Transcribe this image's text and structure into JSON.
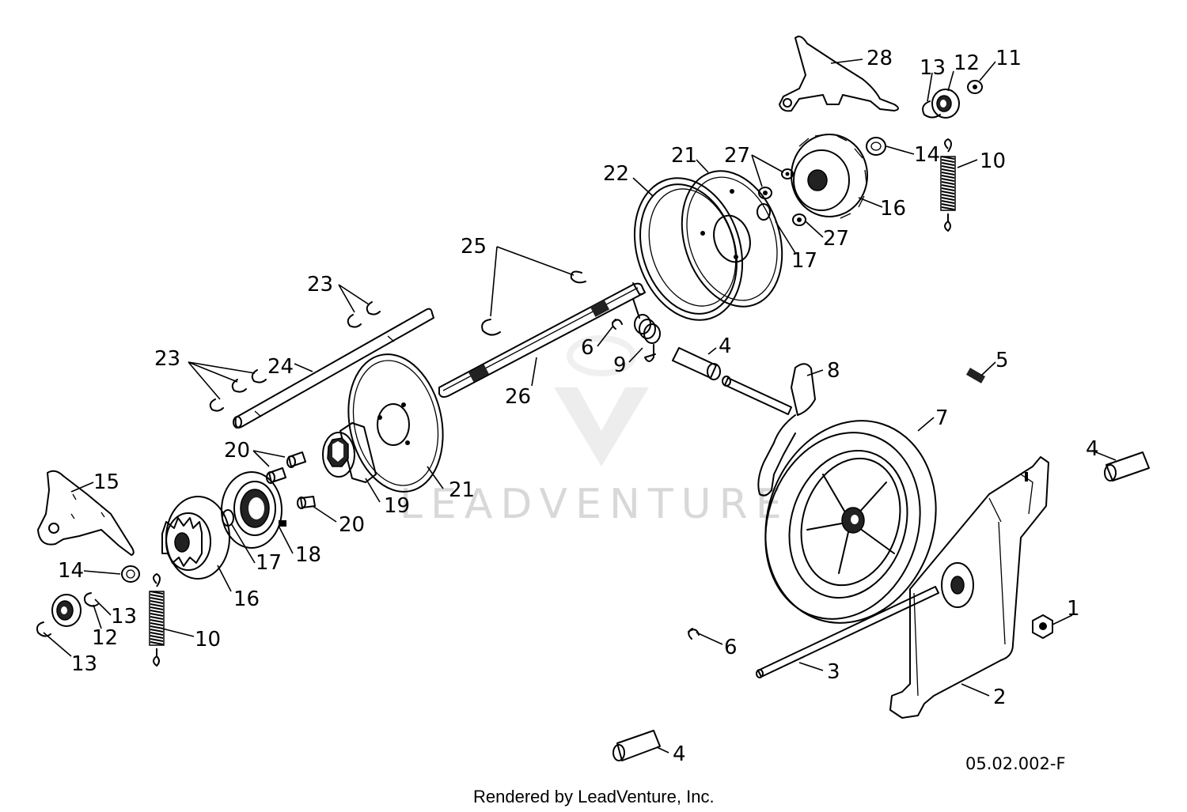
{
  "watermark": "LEADVENTURE",
  "diagram_code": "05.02.002-F",
  "footer": "Rendered by LeadVenture, Inc.",
  "callouts": [
    {
      "id": "c1",
      "label": "1"
    },
    {
      "id": "c2",
      "label": "2"
    },
    {
      "id": "c3",
      "label": "3"
    },
    {
      "id": "c4a",
      "label": "4"
    },
    {
      "id": "c4b",
      "label": "4"
    },
    {
      "id": "c4c",
      "label": "4"
    },
    {
      "id": "c5",
      "label": "5"
    },
    {
      "id": "c6a",
      "label": "6"
    },
    {
      "id": "c6b",
      "label": "6"
    },
    {
      "id": "c7",
      "label": "7"
    },
    {
      "id": "c8",
      "label": "8"
    },
    {
      "id": "c9",
      "label": "9"
    },
    {
      "id": "c10a",
      "label": "10"
    },
    {
      "id": "c10b",
      "label": "10"
    },
    {
      "id": "c11",
      "label": "11"
    },
    {
      "id": "c12a",
      "label": "12"
    },
    {
      "id": "c12b",
      "label": "12"
    },
    {
      "id": "c13a",
      "label": "13"
    },
    {
      "id": "c13b",
      "label": "13"
    },
    {
      "id": "c13c",
      "label": "13"
    },
    {
      "id": "c14a",
      "label": "14"
    },
    {
      "id": "c14b",
      "label": "14"
    },
    {
      "id": "c15",
      "label": "15"
    },
    {
      "id": "c16a",
      "label": "16"
    },
    {
      "id": "c16b",
      "label": "16"
    },
    {
      "id": "c17a",
      "label": "17"
    },
    {
      "id": "c17b",
      "label": "17"
    },
    {
      "id": "c18",
      "label": "18"
    },
    {
      "id": "c19",
      "label": "19"
    },
    {
      "id": "c20a",
      "label": "20"
    },
    {
      "id": "c20b",
      "label": "20"
    },
    {
      "id": "c21a",
      "label": "21"
    },
    {
      "id": "c21b",
      "label": "21"
    },
    {
      "id": "c22",
      "label": "22"
    },
    {
      "id": "c23a",
      "label": "23"
    },
    {
      "id": "c23b",
      "label": "23"
    },
    {
      "id": "c24",
      "label": "24"
    },
    {
      "id": "c25",
      "label": "25"
    },
    {
      "id": "c26",
      "label": "26"
    },
    {
      "id": "c27a",
      "label": "27"
    },
    {
      "id": "c27b",
      "label": "27"
    },
    {
      "id": "c28",
      "label": "28"
    }
  ]
}
